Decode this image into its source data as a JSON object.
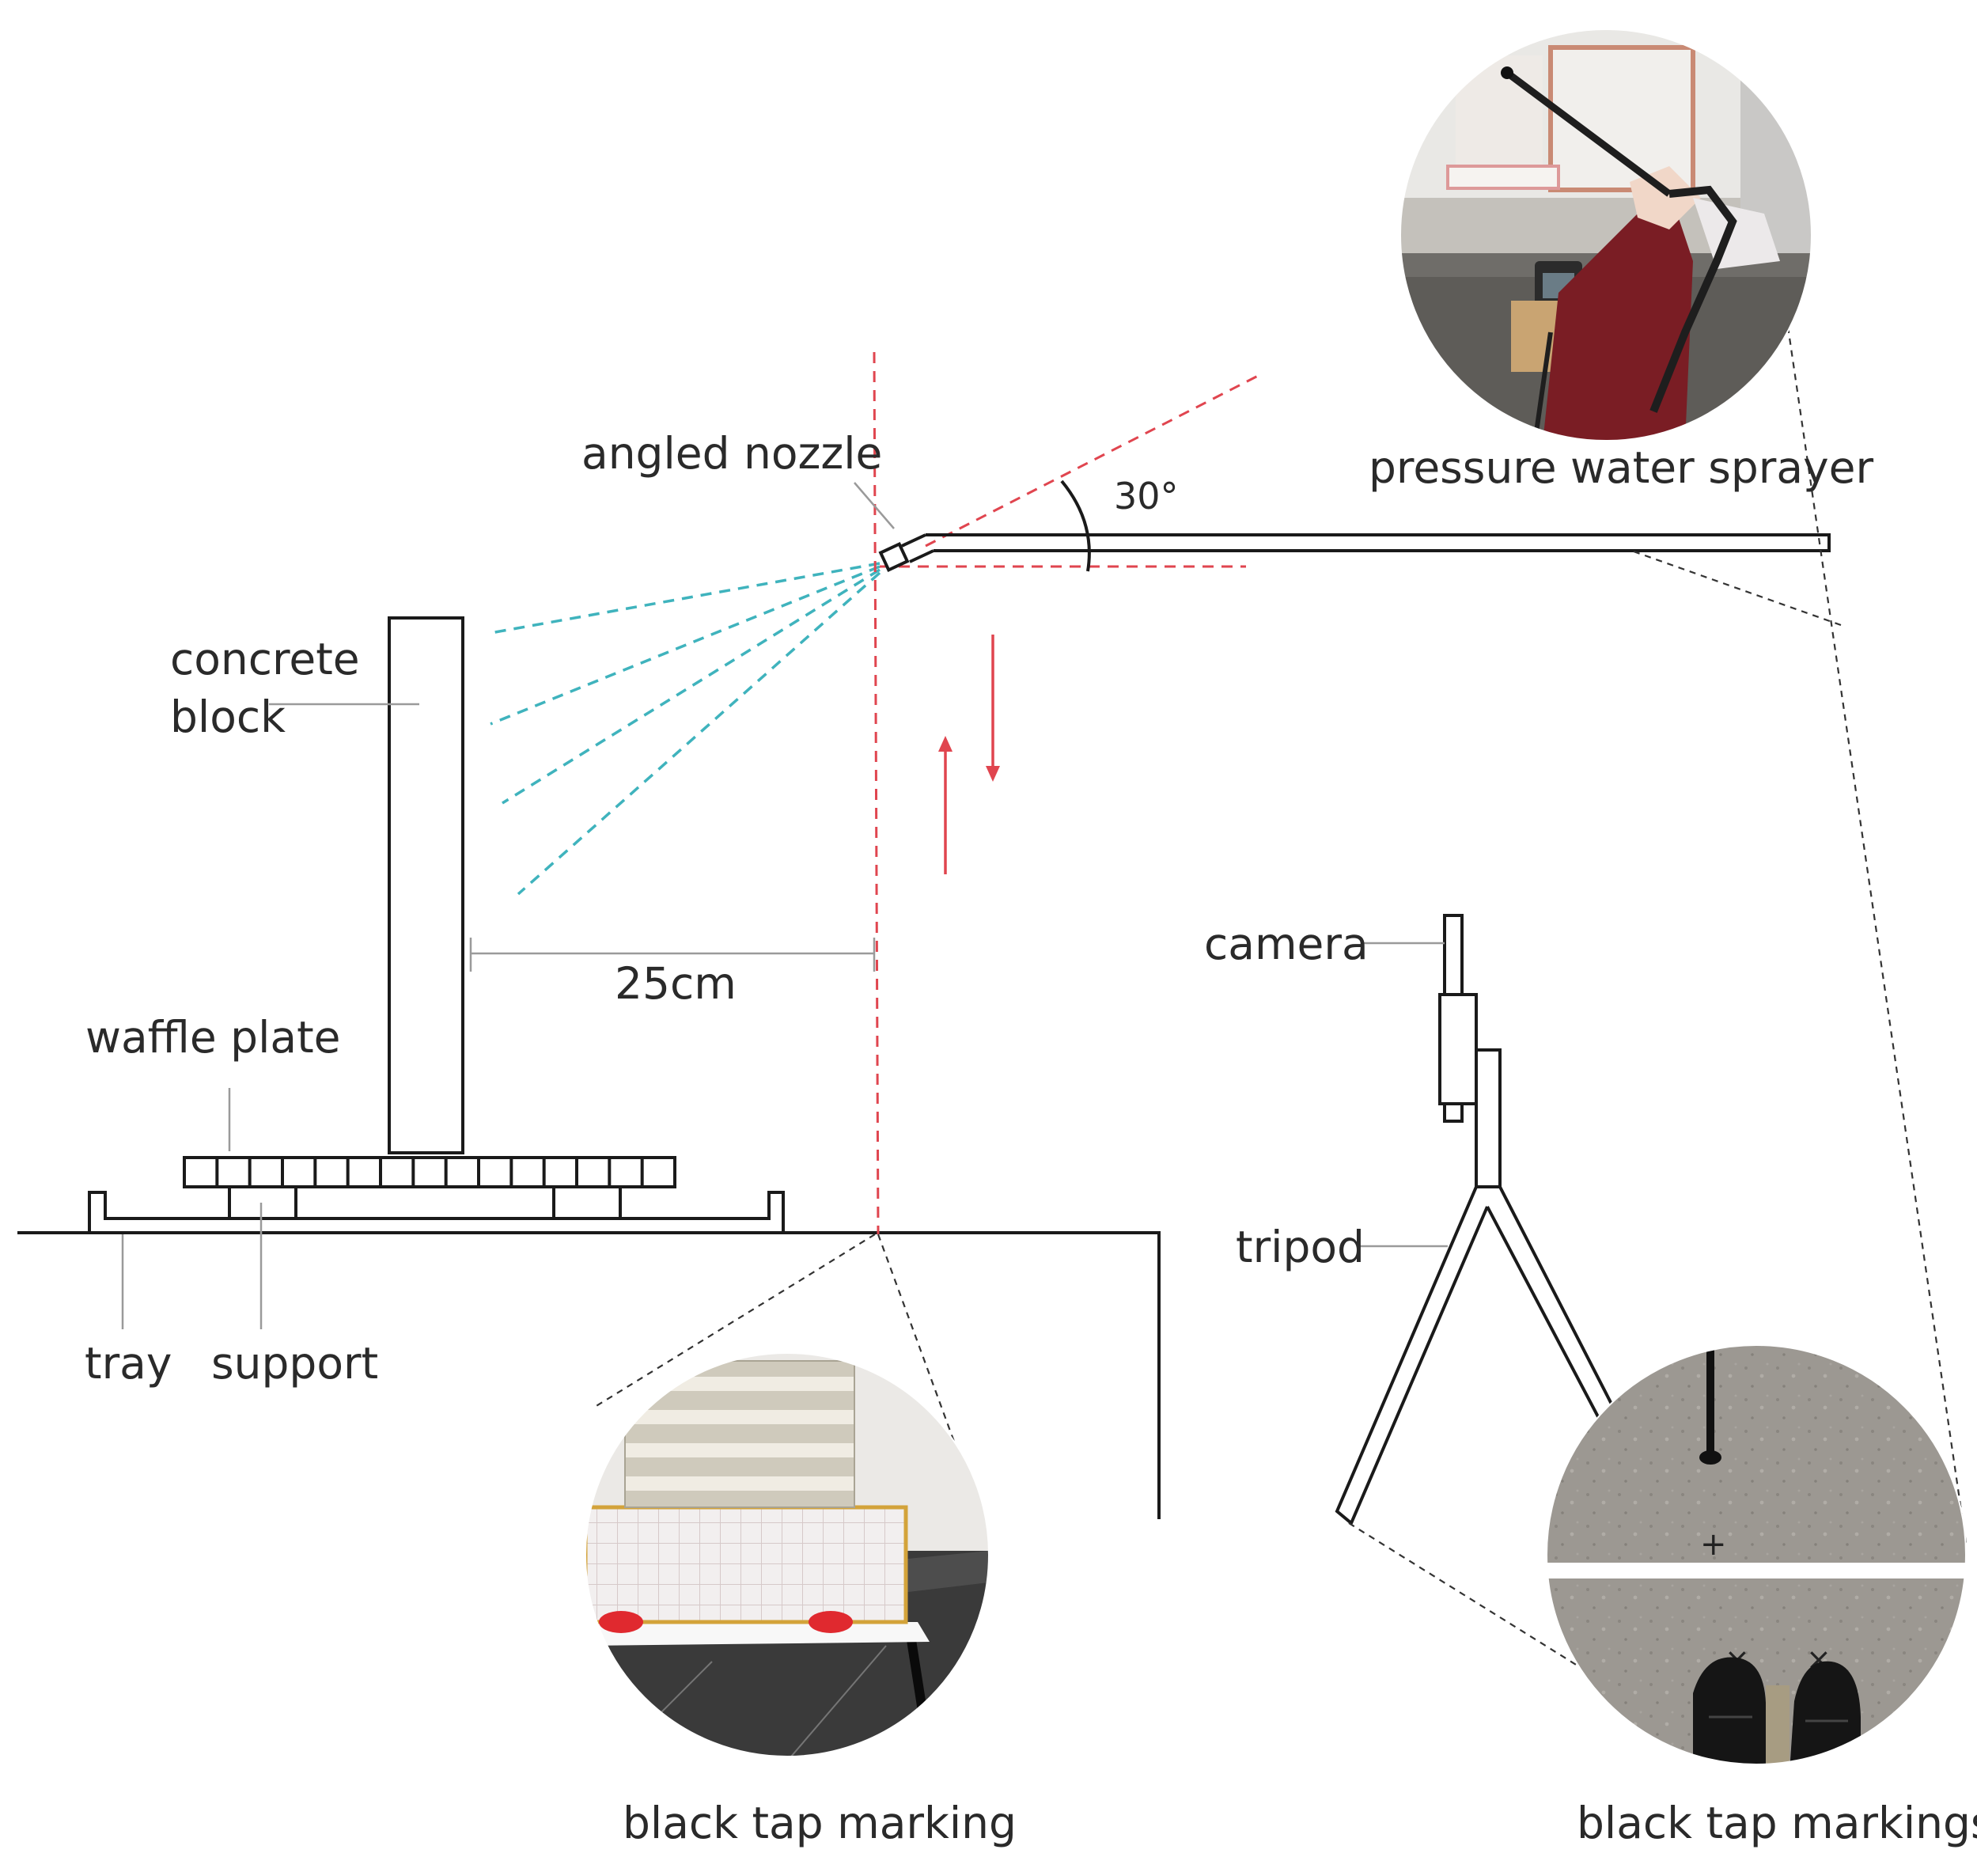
{
  "labels": {
    "angled_nozzle": "angled nozzle",
    "angle": "30°",
    "pressure_water_sprayer": "pressure water sprayer",
    "concrete_block_line1": "concrete",
    "concrete_block_line2": "block",
    "distance": "25cm",
    "waffle_plate": "waffle plate",
    "tray": "tray",
    "support": "support",
    "camera": "camera",
    "tripod": "tripod",
    "black_tap_marking": "black tap marking",
    "black_tap_markings": "black tap markings"
  },
  "colors": {
    "red": "#e0454f",
    "cyan": "#3fb3bd",
    "ink": "#1a1a1a"
  },
  "photos": {
    "sprayer_photo": "photo-sprayer",
    "tray_photo": "photo-tray",
    "floor_photo": "photo-floor-markings"
  }
}
